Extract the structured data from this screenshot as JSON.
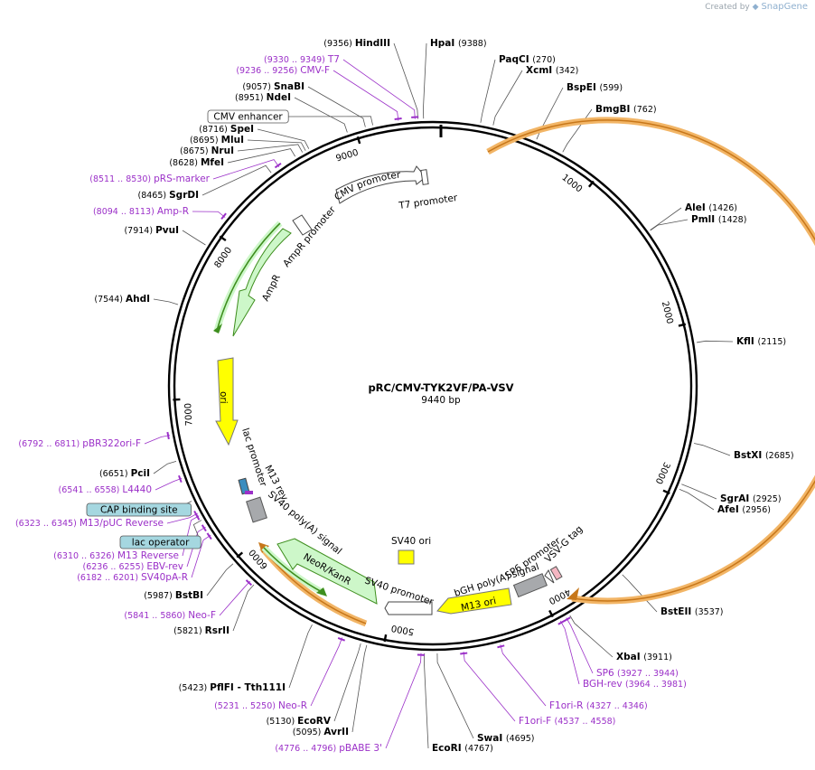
{
  "credit": {
    "created_by": "Created by",
    "brand": "SnapGene"
  },
  "plasmid": {
    "name": "pRC/CMV-TYK2VF/PA-VSV",
    "length_label": "9440 bp",
    "length": 9440
  },
  "tick_labels": [
    "1000",
    "2000",
    "3000",
    "4000",
    "5000",
    "6000",
    "7000",
    "8000",
    "9000"
  ],
  "enzymes": [
    {
      "name": "HindIII",
      "pos": "(9356)",
      "site": 9356
    },
    {
      "name": "HpaI",
      "pos": "(9388)",
      "site": 9388
    },
    {
      "name": "PaqCI",
      "pos": "(270)",
      "site": 270
    },
    {
      "name": "XcmI",
      "pos": "(342)",
      "site": 342
    },
    {
      "name": "BspEI",
      "pos": "(599)",
      "site": 599
    },
    {
      "name": "BmgBI",
      "pos": "(762)",
      "site": 762
    },
    {
      "name": "AleI",
      "pos": "(1426)",
      "site": 1426
    },
    {
      "name": "PmlI",
      "pos": "(1428)",
      "site": 1428
    },
    {
      "name": "KflI",
      "pos": "(2115)",
      "site": 2115
    },
    {
      "name": "BstXI",
      "pos": "(2685)",
      "site": 2685
    },
    {
      "name": "SgrAI",
      "pos": "(2925)",
      "site": 2925
    },
    {
      "name": "AfeI",
      "pos": "(2956)",
      "site": 2956
    },
    {
      "name": "BstEII",
      "pos": "(3537)",
      "site": 3537
    },
    {
      "name": "XbaI",
      "pos": "(3911)",
      "site": 3911
    },
    {
      "name": "SwaI",
      "pos": "(4695)",
      "site": 4695
    },
    {
      "name": "EcoRI",
      "pos": "(4767)",
      "site": 4767
    },
    {
      "name": "AvrII",
      "pos": "(5095)",
      "site": 5095
    },
    {
      "name": "EcoRV",
      "pos": "(5130)",
      "site": 5130
    },
    {
      "name": "PflFI - Tth111I",
      "pos": "(5423)",
      "site": 5423
    },
    {
      "name": "RsrII",
      "pos": "(5821)",
      "site": 5821
    },
    {
      "name": "BstBI",
      "pos": "(5987)",
      "site": 5987
    },
    {
      "name": "PciI",
      "pos": "(6651)",
      "site": 6651
    },
    {
      "name": "AhdI",
      "pos": "(7544)",
      "site": 7544
    },
    {
      "name": "PvuI",
      "pos": "(7914)",
      "site": 7914
    },
    {
      "name": "SgrDI",
      "pos": "(8465)",
      "site": 8465
    },
    {
      "name": "MfeI",
      "pos": "(8628)",
      "site": 8628
    },
    {
      "name": "NruI",
      "pos": "(8675)",
      "site": 8675
    },
    {
      "name": "MluI",
      "pos": "(8695)",
      "site": 8695
    },
    {
      "name": "SpeI",
      "pos": "(8716)",
      "site": 8716
    },
    {
      "name": "NdeI",
      "pos": "(8951)",
      "site": 8951
    },
    {
      "name": "SnaBI",
      "pos": "(9057)",
      "site": 9057
    }
  ],
  "primers": [
    {
      "name": "T7",
      "pos": "(9330 .. 9349)",
      "site": 9340
    },
    {
      "name": "CMV-F",
      "pos": "(9236 .. 9256)",
      "site": 9246
    },
    {
      "name": "pRS-marker",
      "pos": "(8511 .. 8530)",
      "site": 8520
    },
    {
      "name": "Amp-R",
      "pos": "(8094 .. 8113)",
      "site": 8104
    },
    {
      "name": "pBR322ori-F",
      "pos": "(6792 .. 6811)",
      "site": 6801
    },
    {
      "name": "L4440",
      "pos": "(6541 .. 6558)",
      "site": 6550
    },
    {
      "name": "M13/pUC Reverse",
      "pos": "(6323 .. 6345)",
      "site": 6334
    },
    {
      "name": "M13 Reverse",
      "pos": "(6310 .. 6326)",
      "site": 6318
    },
    {
      "name": "EBV-rev",
      "pos": "(6236 .. 6255)",
      "site": 6245
    },
    {
      "name": "SV40pA-R",
      "pos": "(6182 .. 6201)",
      "site": 6191
    },
    {
      "name": "Neo-F",
      "pos": "(5841 .. 5860)",
      "site": 5850
    },
    {
      "name": "Neo-R",
      "pos": "(5231 .. 5250)",
      "site": 5240
    },
    {
      "name": "pBABE 3'",
      "pos": "(4776 .. 4796)",
      "site": 4786
    },
    {
      "name": "F1ori-F",
      "pos": "(4537 .. 4558)",
      "site": 4547
    },
    {
      "name": "F1ori-R",
      "pos": "(4327 .. 4346)",
      "site": 4336
    },
    {
      "name": "BGH-rev",
      "pos": "(3964 .. 3981)",
      "site": 3972
    },
    {
      "name": "SP6",
      "pos": "(3927 .. 3944)",
      "site": 3935
    }
  ],
  "boxed_features": [
    {
      "name": "CMV enhancer",
      "site": 9100
    },
    {
      "name": "CAP binding site",
      "site": 6410
    },
    {
      "name": "lac operator",
      "site": 6290
    }
  ],
  "features": {
    "cmv_promoter": "CMV promoter",
    "t7_promoter": "T7 promoter",
    "ampr_promoter": "AmpR promoter",
    "ampr": "AmpR",
    "ori": "ori",
    "lac_promoter": "lac promoter",
    "m13_rev": "M13 rev",
    "sv40_polya": "SV40 poly(A) signal",
    "neor": "NeoR/KanR",
    "sv40_promoter": "SV40 promoter",
    "sv40_ori": "SV40 ori",
    "bgh_polya": "bGH poly(A) signal",
    "m13_ori": "M13 ori",
    "sp6_promoter": "SP6 promoter",
    "vsvg_tag": "VSV-G tag"
  },
  "colors": {
    "primer": "#9b30c8",
    "orf_orange": "#f2b566",
    "orange_line": "#c7771a",
    "ampr_green": "#cdf7c9",
    "green_line": "#3e8e1e",
    "ori_yellow": "#ffff00",
    "grey": "#a7a9ac",
    "cap_box": "#a5d7e0"
  }
}
